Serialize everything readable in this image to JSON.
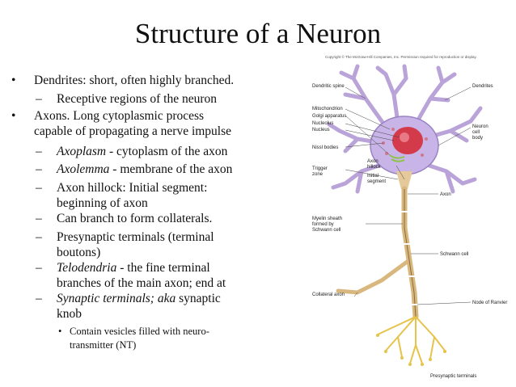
{
  "slide": {
    "title": "Structure of a Neuron",
    "bullets": [
      {
        "level": 1,
        "marker": "•",
        "lines": [
          "Dendrites: short, often highly branched."
        ]
      },
      {
        "level": 2,
        "marker": "–",
        "lines": [
          "Receptive regions of the neuron"
        ]
      },
      {
        "level": 1,
        "marker": "•",
        "lines": [
          "Axons. Long cytoplasmic process",
          "capable of propagating a nerve impulse"
        ]
      },
      {
        "level": 2,
        "marker": "–",
        "italic": "Axoplasm",
        "lines": [
          " - cytoplasm of the axon"
        ]
      },
      {
        "level": 2,
        "marker": "–",
        "italic": "Axolemma",
        "lines": [
          " -  membrane of the axon"
        ]
      },
      {
        "level": 2,
        "marker": "–",
        "lines": [
          "Axon hillock: Initial segment:",
          "beginning of axon"
        ]
      },
      {
        "level": 2,
        "marker": "–",
        "lines": [
          "Can branch to form collaterals."
        ]
      },
      {
        "level": 2,
        "marker": "–",
        "lines": [
          "Presynaptic terminals (terminal",
          "boutons)"
        ]
      },
      {
        "level": 2,
        "marker": "–",
        "italic": "Telodendria",
        "lines": [
          " - the fine terminal",
          "branches of the main axon; end at"
        ]
      },
      {
        "level": 2,
        "marker": "–",
        "italic": "Synaptic terminals; aka",
        "lines": [
          " synaptic",
          "knob"
        ]
      },
      {
        "level": 3,
        "marker": "•",
        "lines": [
          "Contain vesicles filled with neuro-",
          "transmitter (NT)"
        ]
      }
    ]
  },
  "figure": {
    "copyright": "Copyright © The McGraw-Hill Companies, Inc. Permission required for reproduction or display.",
    "labels": {
      "dendritic_spine": "Dendritic spine",
      "dendrites": "Dendrites",
      "mitochondrion": "Mitochondrion",
      "golgi": "Golgi apparatus",
      "nucleolus": "Nucleolus",
      "nucleus": "Nucleus",
      "neuron_cell_body": [
        "Neuron",
        "cell",
        "body"
      ],
      "nissl": "Nissl bodies",
      "trigger_zone": [
        "Trigger",
        "zone"
      ],
      "axon_hillock": [
        "Axon",
        "hillock"
      ],
      "initial_segment": [
        "Initial",
        "segment"
      ],
      "axon": "Axon",
      "myelin_sheath": [
        "Myelin sheath",
        "formed by",
        "Schwann cell"
      ],
      "schwann_cell": "Schwann cell",
      "collateral_axon": "Collateral axon",
      "node_of_ranvier": "Node of Ranvier",
      "presynaptic_terminals": "Presynaptic terminals"
    }
  }
}
